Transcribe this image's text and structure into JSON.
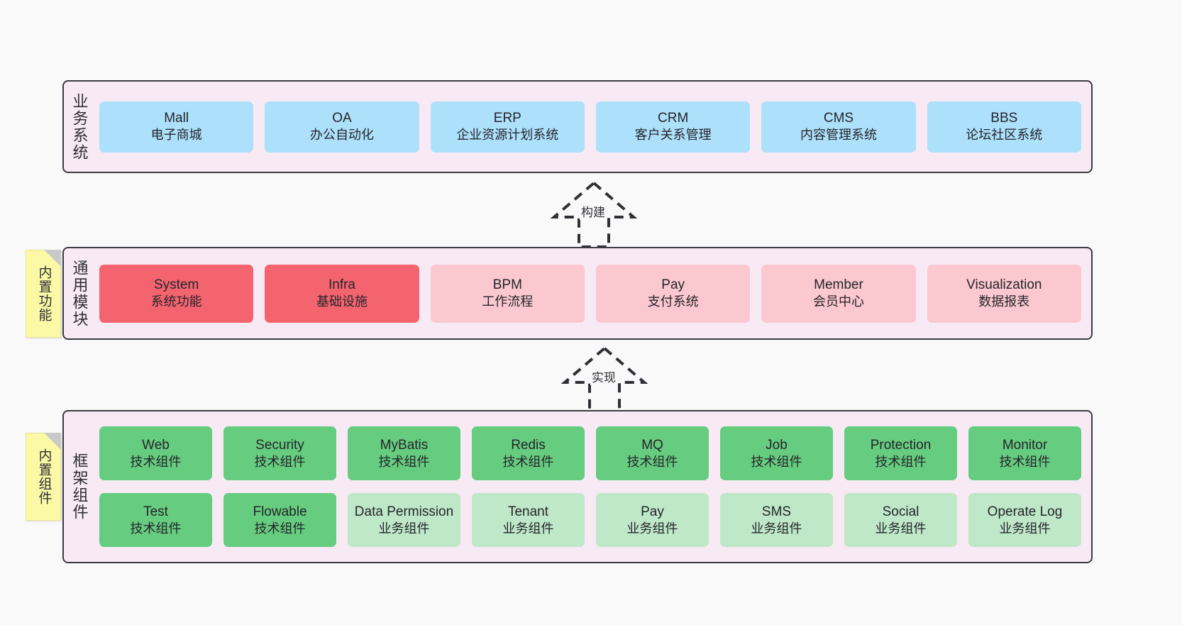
{
  "diagram": {
    "background_color": "#f9f9f9",
    "layer_background": "#f7eaf4",
    "layer_border": "#3b3b42",
    "sticky_color": "#fbf9a6"
  },
  "layers": [
    {
      "id": "business",
      "title": "业务系统",
      "rows": [
        {
          "cards": [
            {
              "name": "Mall",
              "desc": "电子商城",
              "color": "#ade0fb"
            },
            {
              "name": "OA",
              "desc": "办公自动化",
              "color": "#ade0fb"
            },
            {
              "name": "ERP",
              "desc": "企业资源计划系统",
              "color": "#ade0fb"
            },
            {
              "name": "CRM",
              "desc": "客户关系管理",
              "color": "#ade0fb"
            },
            {
              "name": "CMS",
              "desc": "内容管理系统",
              "color": "#ade0fb"
            },
            {
              "name": "BBS",
              "desc": "论坛社区系统",
              "color": "#ade0fb"
            }
          ]
        }
      ]
    },
    {
      "id": "common",
      "title": "通用模块",
      "sticky": "内置功能",
      "rows": [
        {
          "cards": [
            {
              "name": "System",
              "desc": "系统功能",
              "color": "#f4646e"
            },
            {
              "name": "Infra",
              "desc": "基础设施",
              "color": "#f4646e"
            },
            {
              "name": "BPM",
              "desc": "工作流程",
              "color": "#fbc8cf"
            },
            {
              "name": "Pay",
              "desc": "支付系统",
              "color": "#fbc8cf"
            },
            {
              "name": "Member",
              "desc": "会员中心",
              "color": "#fbc8cf"
            },
            {
              "name": "Visualization",
              "desc": "数据报表",
              "color": "#fbc8cf"
            }
          ]
        }
      ]
    },
    {
      "id": "frame",
      "title": "框架组件",
      "sticky": "内置组件",
      "rows": [
        {
          "cards": [
            {
              "name": "Web",
              "desc": "技术组件",
              "color": "#66cc7f"
            },
            {
              "name": "Security",
              "desc": "技术组件",
              "color": "#66cc7f"
            },
            {
              "name": "MyBatis",
              "desc": "技术组件",
              "color": "#66cc7f"
            },
            {
              "name": "Redis",
              "desc": "技术组件",
              "color": "#66cc7f"
            },
            {
              "name": "MQ",
              "desc": "技术组件",
              "color": "#66cc7f"
            },
            {
              "name": "Job",
              "desc": "技术组件",
              "color": "#66cc7f"
            },
            {
              "name": "Protection",
              "desc": "技术组件",
              "color": "#66cc7f"
            },
            {
              "name": "Monitor",
              "desc": "技术组件",
              "color": "#66cc7f"
            }
          ]
        },
        {
          "cards": [
            {
              "name": "Test",
              "desc": "技术组件",
              "color": "#66cc7f"
            },
            {
              "name": "Flowable",
              "desc": "技术组件",
              "color": "#66cc7f"
            },
            {
              "name": "Data Permission",
              "desc": "业务组件",
              "color": "#bfe8c8"
            },
            {
              "name": "Tenant",
              "desc": "业务组件",
              "color": "#bfe8c8"
            },
            {
              "name": "Pay",
              "desc": "业务组件",
              "color": "#bfe8c8"
            },
            {
              "name": "SMS",
              "desc": "业务组件",
              "color": "#bfe8c8"
            },
            {
              "name": "Social",
              "desc": "业务组件",
              "color": "#bfe8c8"
            },
            {
              "name": "Operate Log",
              "desc": "业务组件",
              "color": "#bfe8c8"
            }
          ]
        }
      ]
    }
  ],
  "arrows": [
    {
      "id": "build",
      "label": "构建",
      "style": "dashed-generalization",
      "direction": "up",
      "from": "通用模块",
      "to": "业务系统"
    },
    {
      "id": "impl",
      "label": "实现",
      "style": "dashed-generalization",
      "direction": "up",
      "from": "框架组件",
      "to": "通用模块"
    }
  ]
}
